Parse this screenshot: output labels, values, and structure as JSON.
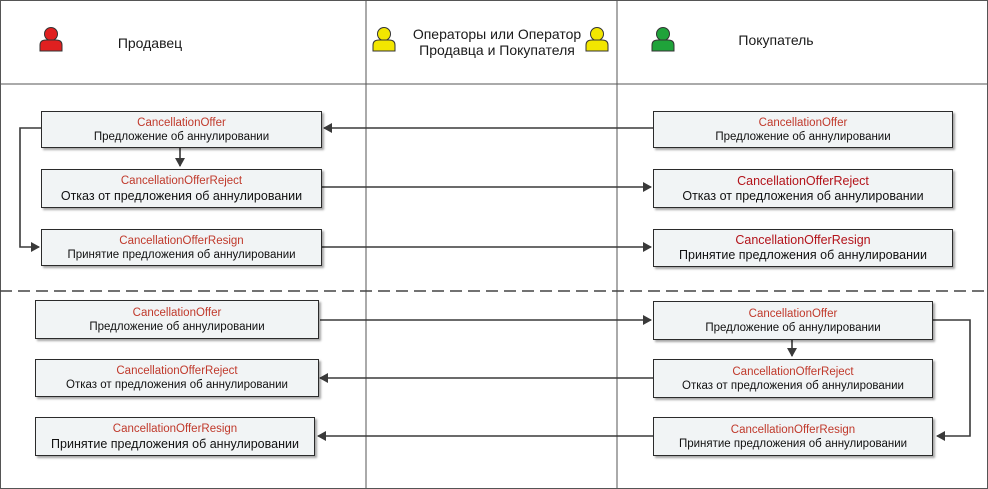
{
  "lanes": {
    "seller": "Продавец",
    "operator_line1": "Операторы или Оператор",
    "operator_line2": "Продавца и Покупателя",
    "buyer": "Покупатель"
  },
  "colors": {
    "seller_icon": "#e02020",
    "operator_icon": "#f2e600",
    "buyer_icon": "#1fa33a"
  },
  "section1": {
    "seller": {
      "offer": {
        "code": "CancellationOffer",
        "desc": "Предложение об аннулировании"
      },
      "reject": {
        "code": "CancellationOfferReject",
        "desc": "Отказ от предложения об аннулировании"
      },
      "resign": {
        "code": "CancellationOfferResign",
        "desc": "Принятие предложения об аннулировании"
      }
    },
    "buyer": {
      "offer": {
        "code": "CancellationOffer",
        "desc": "Предложение об аннулировании"
      },
      "reject": {
        "code": "CancellationOfferReject",
        "desc": "Отказ от предложения об аннулировании"
      },
      "resign": {
        "code": "CancellationOfferResign",
        "desc": "Принятие предложения об аннулировании"
      }
    }
  },
  "section2": {
    "seller": {
      "offer": {
        "code": "CancellationOffer",
        "desc": "Предложение об аннулировании"
      },
      "reject": {
        "code": "CancellationOfferReject",
        "desc": "Отказ от предложения об аннулировании"
      },
      "resign": {
        "code": "CancellationOfferResign",
        "desc": "Принятие предложения об аннулировании"
      }
    },
    "buyer": {
      "offer": {
        "code": "CancellationOffer",
        "desc": "Предложение об аннулировании"
      },
      "reject": {
        "code": "CancellationOfferReject",
        "desc": "Отказ от предложения об аннулировании"
      },
      "resign": {
        "code": "CancellationOfferResign",
        "desc": "Принятие предложения об аннулировании"
      }
    }
  }
}
